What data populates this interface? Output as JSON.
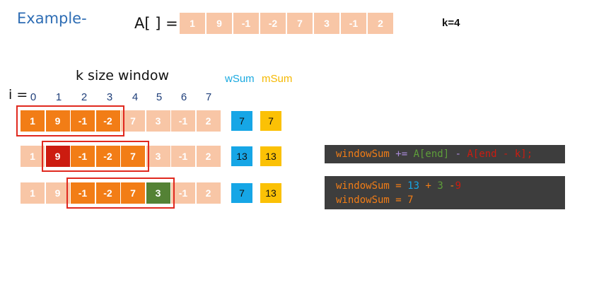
{
  "title": "Example-",
  "array_label": "A[ ] =",
  "array": [
    "1",
    "9",
    "-1",
    "-2",
    "7",
    "3",
    "-1",
    "2"
  ],
  "k_label": "k=4",
  "window_label": "k size window",
  "i_label": "i =",
  "indices": [
    "0",
    "1",
    "2",
    "3",
    "4",
    "5",
    "6",
    "7"
  ],
  "wsum_header": "wSum",
  "msum_header": "mSum",
  "colors": {
    "window": "#f27d16",
    "outside": "#f8c6a6",
    "removed": "#cc1c10",
    "added": "#548235",
    "wsum": "#16a6e6",
    "msum": "#fbc105",
    "window_border": "#e0291f"
  },
  "rows": [
    {
      "cells": [
        "1",
        "9",
        "-1",
        "-2",
        "7",
        "3",
        "-1",
        "2"
      ],
      "states": [
        "in",
        "in",
        "in",
        "in",
        "",
        "",
        "",
        ""
      ],
      "wsum": "7",
      "msum": "7"
    },
    {
      "cells": [
        "1",
        "9",
        "-1",
        "-2",
        "7",
        "3",
        "-1",
        "2"
      ],
      "states": [
        "",
        "out",
        "in",
        "in",
        "in",
        "",
        "",
        ""
      ],
      "wsum": "13",
      "msum": "13"
    },
    {
      "cells": [
        "1",
        "9",
        "-1",
        "-2",
        "7",
        "3",
        "-1",
        "2"
      ],
      "states": [
        "",
        "",
        "in",
        "in",
        "in",
        "add",
        "",
        ""
      ],
      "wsum": "7",
      "msum": "13"
    }
  ],
  "code1": {
    "t1": "windowSum",
    "t2": " += ",
    "t3": "A[end]",
    "t4": " - ",
    "t5": "A[end - k];"
  },
  "code2": {
    "line1": {
      "t1": "windowSum = ",
      "t2": "13",
      "t3": " + ",
      "t4": "3",
      "t5": " -",
      "t6": "9"
    },
    "line2": "windowSum = 7"
  }
}
